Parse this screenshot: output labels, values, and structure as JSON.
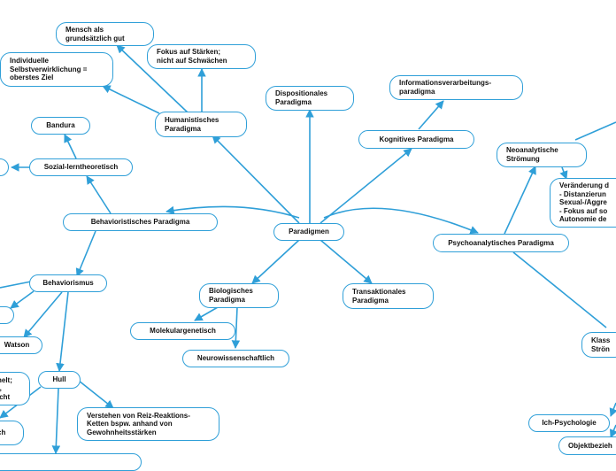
{
  "colors": {
    "line": "#2f9fd8",
    "node_border": "#2f9fd8",
    "text": "#111111",
    "background": "#ffffff"
  },
  "nodes": {
    "paradigmen": "Paradigmen",
    "humanistisches": "Humanistisches\nParadigma",
    "mensch_gut": "Mensch als\ngrundsätzlich gut",
    "fokus_staerken": "Fokus auf Stärken;\nnicht auf Schwächen",
    "selbstverwirklichung": "Individuelle\nSelbstverwirklichung =\noberstes Ziel",
    "dispositionales": "Dispositionales\nParadigma",
    "kognitives": "Kognitives Paradigma",
    "informationsverarbeitung": "Informationsverarbeitungs-\nparadigma",
    "neoanalytische": "Neoanalytische\nStrömung",
    "veraenderung": "Veränderung d\n- Distanzierun\nSexual-/Aggre\n- Fokus auf so\nAutonomie de",
    "psychoanalytisches": "Psychoanalytisches Paradigma",
    "klassische": "Klass\nStrön",
    "ich_psychologie": "Ich-Psychologie",
    "objektbeziehung": "Objektbezieh",
    "behavioristisches": "Behavioristisches Paradigma",
    "sozial_lerntheoretisch": "Sozial-lerntheoretisch",
    "bandura": "Bandura",
    "behaviorismus": "Behaviorismus",
    "watson": "Watson",
    "hull": "Hull",
    "verstehen": "Verstehen von Reiz-Reaktions-\nKetten bspw. anhand von\nGewohnheitsstärken",
    "biologisches": "Biologisches\nParadigma",
    "molekulargenetisch": "Molekulargenetisch",
    "neurowissenschaftlich": "Neurowissenschaftlich",
    "transaktionales": "Transaktionales\nParadigma",
    "partial_left_1": "nelt;\n),\nicht",
    "partial_left_2": "ch"
  }
}
